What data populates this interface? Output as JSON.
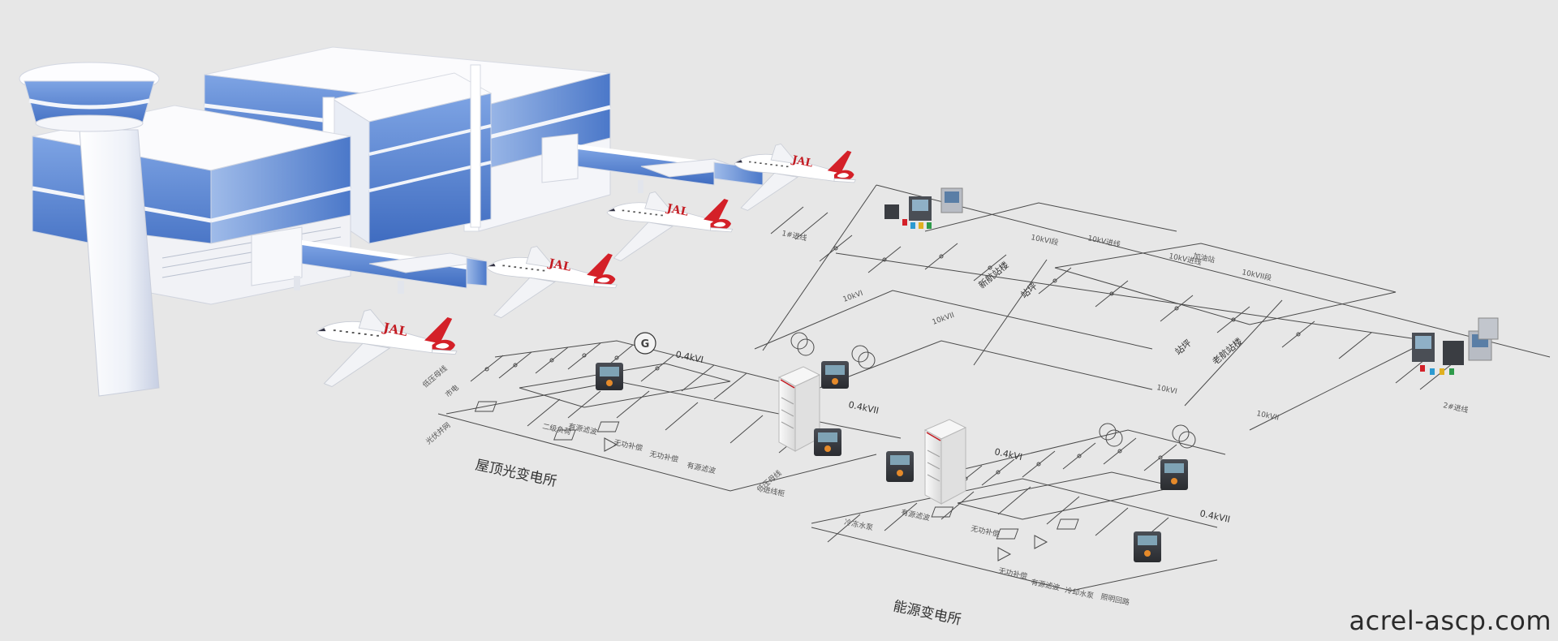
{
  "diagram": {
    "station_labels": {
      "solar_substation": "屋顶光变电所",
      "energy_substation": "能源变电所",
      "bus_left": "低压母线",
      "bus_right": "低压母线"
    },
    "voltage_labels": {
      "v04_i": "0.4kVI",
      "v04_ii": "0.4kVII",
      "v04_iii": "0.4kVI",
      "v04_iv": "0.4kVII",
      "v10_i": "10kVI",
      "v10_ii": "10kVII",
      "v10_iii": "10kVI",
      "v10_iv": "10kVII",
      "v10_top_i": "10kVI段",
      "v10_top_ii": "10kVII段"
    },
    "branch_labels": {
      "grid_feed": "市电",
      "pv_feed": "光伏并网",
      "harmonic_filter": "有源滤波",
      "sec_pump": "二级负荷",
      "reactive_comp": "无功补偿",
      "reactive_comp2": "无功补偿",
      "filter2": "有源滤波",
      "incoming": "进线柜",
      "chiller_pump": "冷冻水泵",
      "filter3": "有源滤波",
      "reactive_comp3": "无功补偿",
      "reactive_comp4": "无功补偿",
      "filter4": "有源滤波",
      "cooling_pump": "冷却水泵",
      "lighting": "照明回路"
    },
    "top_labels": {
      "new_terminal": "新航站楼",
      "hall": "站坪",
      "old_terminal": "老航站楼",
      "hall2": "站坪",
      "line_a": "10kV进线",
      "line_b": "10kV进线",
      "exit_a": "1#进线",
      "exit_b": "2#进线",
      "fuel": "加油站"
    },
    "generator_symbol": "G",
    "airline_livery": "JAL"
  },
  "watermark": "acrel-ascp.com",
  "colors": {
    "background": "#e7e7e7",
    "glass": "#5b86d0",
    "building_white": "#fbfbfd",
    "plane_red": "#d42028",
    "line": "#4a4a4a",
    "meter_dark": "#3a3d42",
    "meter_screen": "#7fa3b5",
    "cabinet": "#f1f1f1"
  }
}
